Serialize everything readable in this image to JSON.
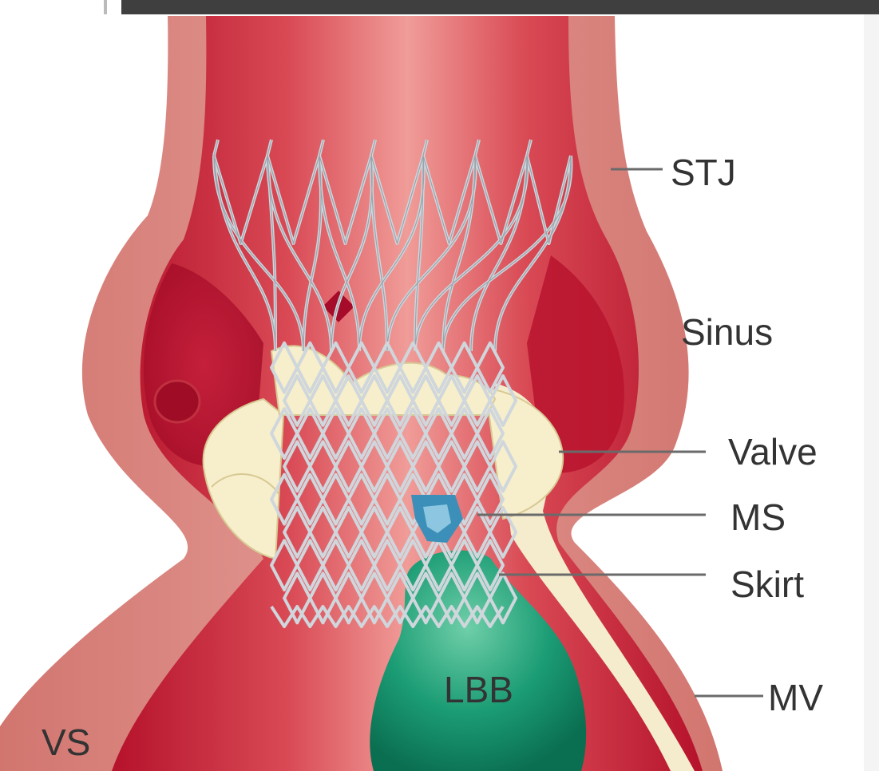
{
  "labels": {
    "stj": "STJ",
    "sinus": "Sinus",
    "valve": "Valve",
    "ms": "MS",
    "skirt": "Skirt",
    "mv": "MV",
    "lbb": "LBB",
    "vs": "VS"
  },
  "colors": {
    "wall": "#d98079",
    "lumen": "#c41e3a",
    "leaflet": "#f7efcb",
    "balloon": "#169a74",
    "stent_frame": "#cfd6dc",
    "ms_marker": "#3b8fb8",
    "top_bar": "#3f3f3f"
  }
}
